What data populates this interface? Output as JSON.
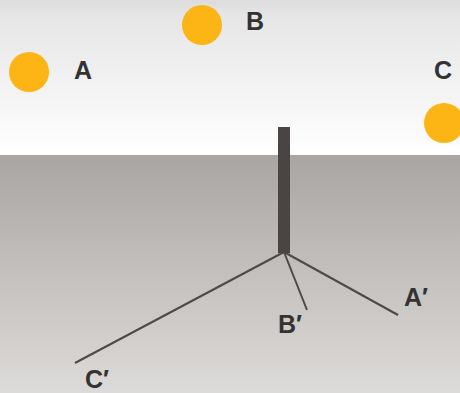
{
  "diagram": {
    "labels": [
      "B",
      "A",
      "C",
      "B′",
      "A′",
      "C′"
    ]
  }
}
